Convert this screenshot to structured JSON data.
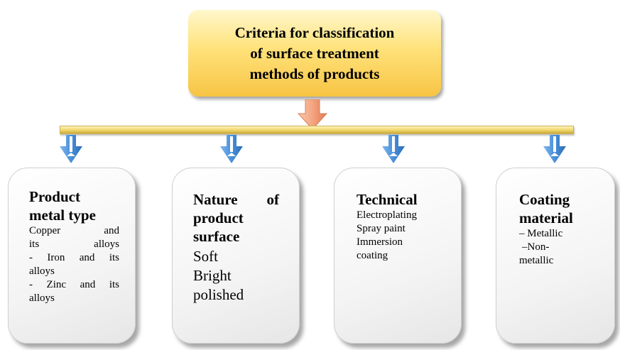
{
  "root": {
    "lines": [
      "Criteria for classification",
      "of surface treatment",
      "methods of products"
    ]
  },
  "colors": {
    "root_fill": "#ffe27a",
    "bar_fill": "#f0d56a",
    "main_arrow": "#f4a582",
    "branch_arrow": "#4a90d9"
  },
  "branches": [
    {
      "title_lines": [
        "Product",
        "metal type"
      ],
      "items": [
        "Copper and",
        "its alloys",
        "- Iron and its",
        "alloys",
        "- Zinc and its",
        "alloys"
      ]
    },
    {
      "title_lines": [
        "Nature of",
        "product",
        "surface"
      ],
      "items": [
        "Soft",
        "Bright",
        "polished"
      ]
    },
    {
      "title_lines": [
        "Technical"
      ],
      "items": [
        "Electroplating",
        "Spray paint",
        "Immersion",
        "coating"
      ]
    },
    {
      "title_lines": [
        "Coating",
        "material"
      ],
      "items": [
        "– Metallic",
        "–Non-",
        "metallic"
      ]
    }
  ]
}
